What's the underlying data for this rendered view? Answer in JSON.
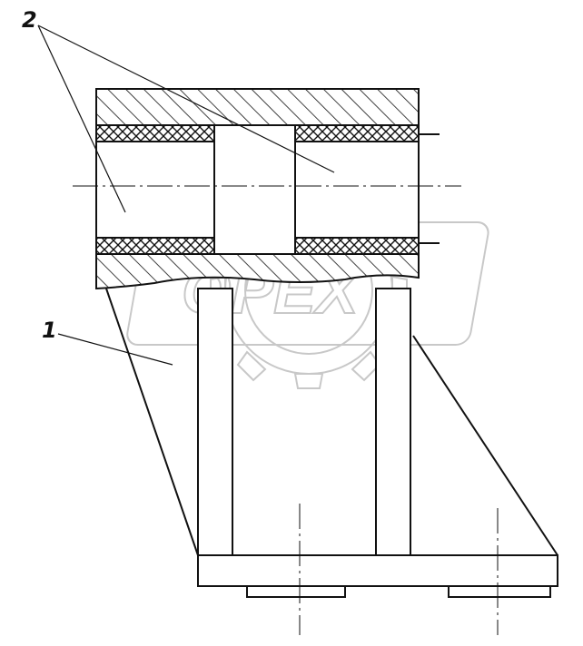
{
  "diagram": {
    "callouts": [
      {
        "id": "label-2",
        "text": "2"
      },
      {
        "id": "label-1",
        "text": "1"
      }
    ]
  },
  "watermark": {
    "text": "OPEX",
    "color": "#c8c8c8"
  },
  "colors": {
    "line": "#111111",
    "background": "#ffffff"
  }
}
